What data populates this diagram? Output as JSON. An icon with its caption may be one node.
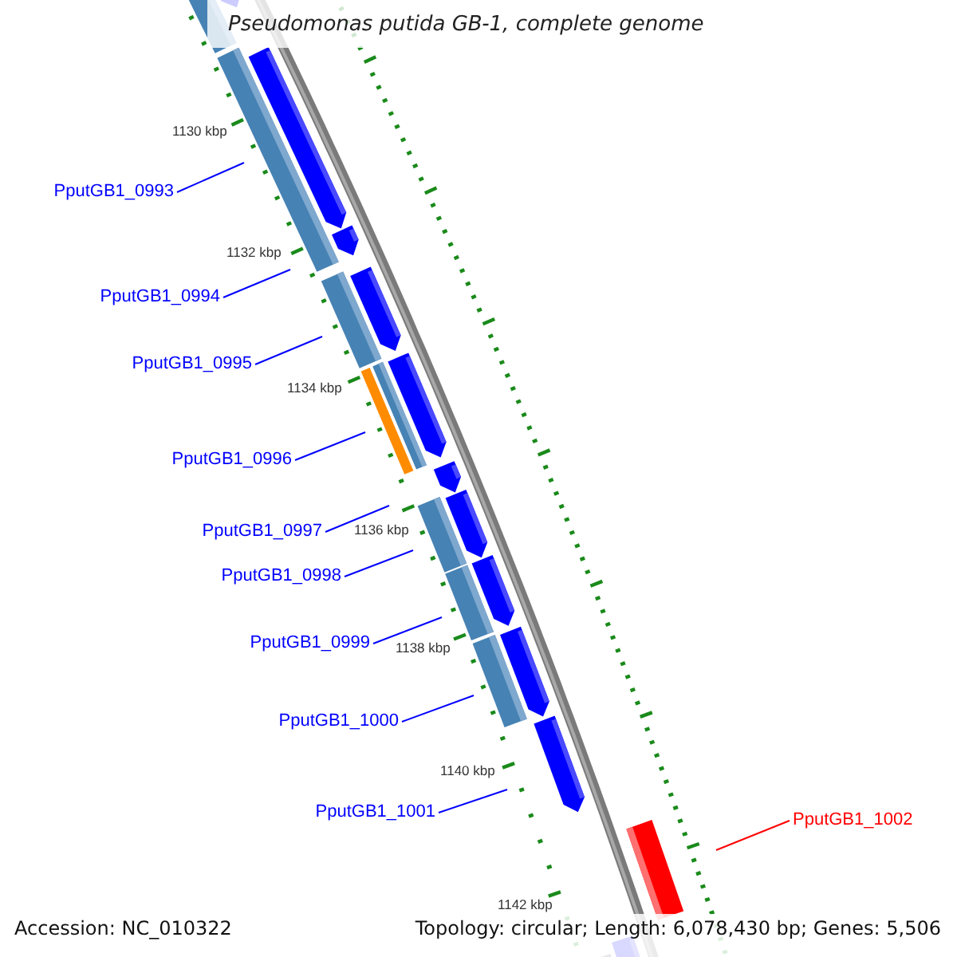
{
  "diagram": {
    "title": "Pseudomonas putida GB-1, complete genome",
    "nodes": [
      {
        "text": [
          "PputGB1_0993"
        ]
      },
      {
        "text": [
          "PputGB1_0994"
        ]
      },
      {
        "text": [
          "PputGB1_0995"
        ]
      },
      {
        "text": [
          "PputGB1_0996"
        ]
      },
      {
        "text": [
          "PputGB1_0997"
        ]
      },
      {
        "text": [
          "PputGB1_0998"
        ]
      },
      {
        "text": [
          "PputGB1_0999"
        ]
      },
      {
        "text": [
          "PputGB1_1000"
        ]
      },
      {
        "text": [
          "PputGB1_1001"
        ]
      },
      {
        "text": [
          "PputGB1_1002"
        ]
      }
    ],
    "edges": [
      {
        "from": 0,
        "to": null,
        "arrow": "none"
      },
      {
        "from": 1,
        "to": null,
        "arrow": "none"
      },
      {
        "from": 2,
        "to": null,
        "arrow": "none"
      },
      {
        "from": 3,
        "to": null,
        "arrow": "none"
      },
      {
        "from": 4,
        "to": null,
        "arrow": "none"
      },
      {
        "from": 5,
        "to": null,
        "arrow": "none"
      },
      {
        "from": 6,
        "to": null,
        "arrow": "none"
      },
      {
        "from": 7,
        "to": null,
        "arrow": "none"
      },
      {
        "from": 8,
        "to": null,
        "arrow": "none"
      },
      {
        "from": 9,
        "to": null,
        "arrow": "none",
        "color": "#ff0000"
      }
    ],
    "labels": [
      "1130 kbp",
      "1132 kbp",
      "1134 kbp",
      "1136 kbp",
      "1138 kbp",
      "1140 kbp",
      "1142 kbp",
      "Accession: NC_010322",
      "Topology: circular; Length: 6,078,430 bp; Genes: 5,506"
    ]
  }
}
